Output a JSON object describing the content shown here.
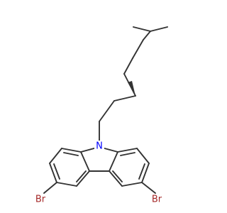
{
  "structure": {
    "atoms": [
      {
        "id": "N",
        "label": "N",
        "color": "#0000ff"
      },
      {
        "id": "Br1",
        "label": "Br",
        "color": "#a52a2a"
      },
      {
        "id": "Br2",
        "label": "Br",
        "color": "#a52a2a"
      }
    ],
    "bond_color": "#333333",
    "stereo_bond": "wedge"
  }
}
